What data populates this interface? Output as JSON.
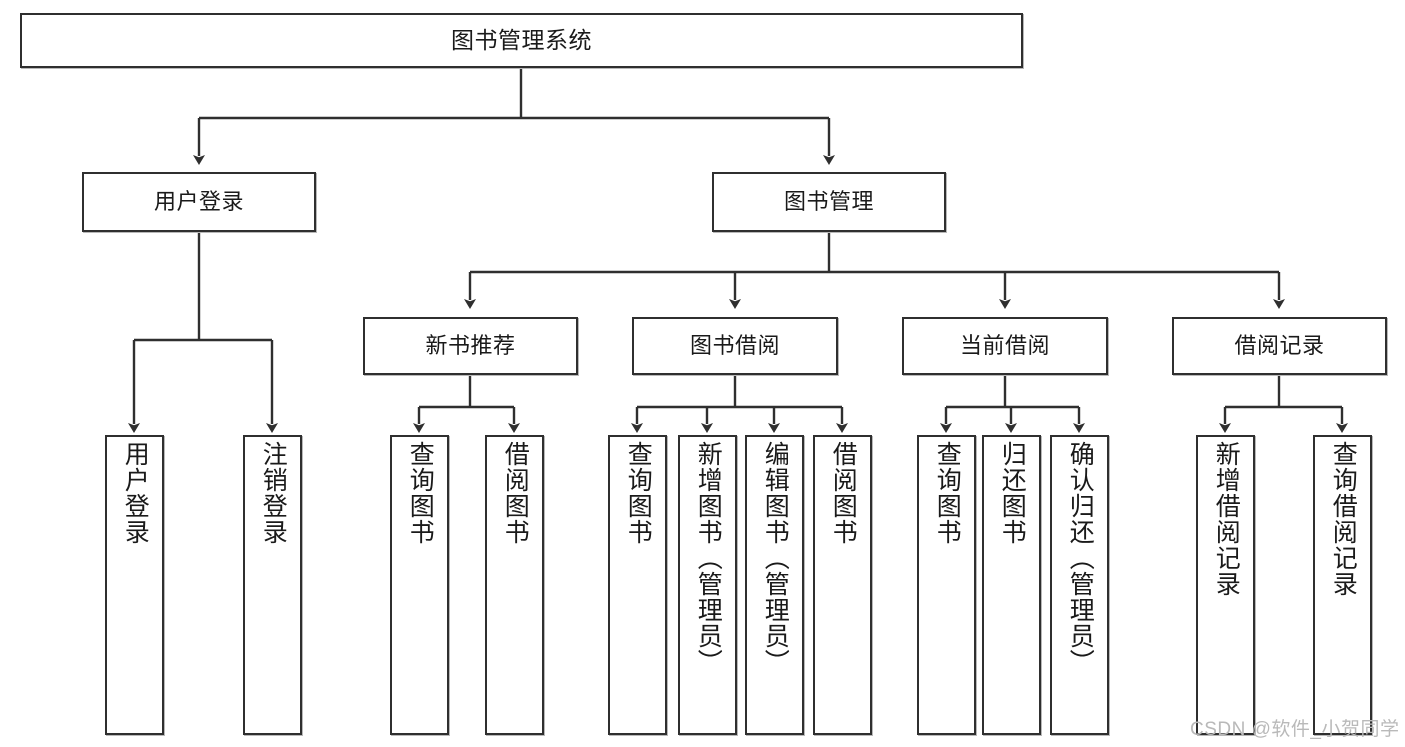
{
  "diagram": {
    "title": "图书管理系统",
    "type": "tree-hierarchy-chart",
    "colors": {
      "border": "#2f2f2f",
      "background": "#ffffff",
      "text": "#1a1a1a",
      "edge": "#2f2f2f",
      "watermark": "#b9b9b9"
    },
    "root": {
      "label": "图书管理系统"
    },
    "level2": [
      {
        "label": "用户登录"
      },
      {
        "label": "图书管理"
      }
    ],
    "level3": [
      {
        "label": "新书推荐"
      },
      {
        "label": "图书借阅"
      },
      {
        "label": "当前借阅"
      },
      {
        "label": "借阅记录"
      }
    ],
    "leaves_user_login": [
      {
        "label": "用户登录"
      },
      {
        "label": "注销登录"
      }
    ],
    "leaves_new_book": [
      {
        "label": "查询图书"
      },
      {
        "label": "借阅图书"
      }
    ],
    "leaves_borrow": [
      {
        "label": "查询图书"
      },
      {
        "label": "新增图书（管理员）"
      },
      {
        "label": "编辑图书（管理员）"
      },
      {
        "label": "借阅图书"
      }
    ],
    "leaves_current": [
      {
        "label": "查询图书"
      },
      {
        "label": "归还图书"
      },
      {
        "label": "确认归还（管理员）"
      }
    ],
    "leaves_records": [
      {
        "label": "新增借阅记录"
      },
      {
        "label": "查询借阅记录"
      }
    ],
    "watermark": "CSDN @软件_小贺同学"
  }
}
